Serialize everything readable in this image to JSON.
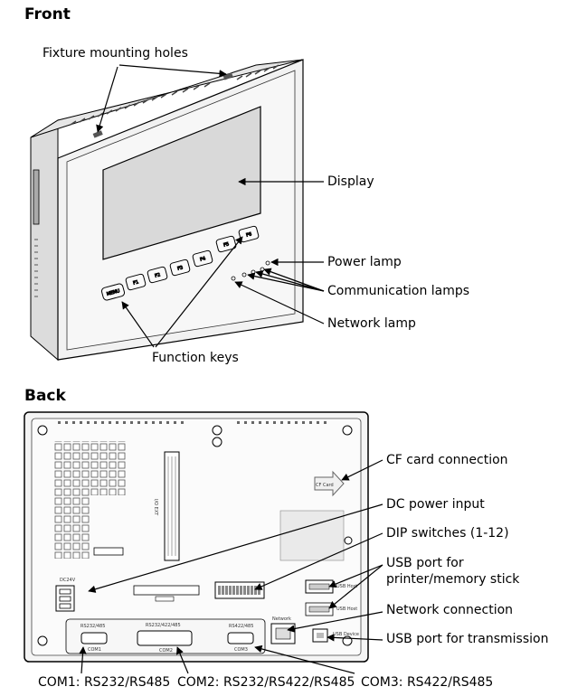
{
  "headings": {
    "front": "Front",
    "back": "Back"
  },
  "front_labels": {
    "fixture_holes": "Fixture mounting holes",
    "display": "Display",
    "power_lamp": "Power lamp",
    "comm_lamps": "Communication lamps",
    "network_lamp": "Network lamp",
    "function_keys": "Function keys"
  },
  "back_labels": {
    "cf_card": "CF card connection",
    "dc_power": "DC power input",
    "dip_switches": "DIP switches (1-12)",
    "usb_printer": "USB port for printer/memory stick",
    "network_conn": "Network connection",
    "usb_transmission": "USB port for transmission",
    "com1": "COM1: RS232/RS485",
    "com2": "COM2: RS232/RS422/RS485",
    "com3": "COM3: RS422/RS485"
  },
  "panel_markings": {
    "keys": [
      "MENU",
      "F1",
      "F2",
      "F3",
      "F4",
      "F5",
      "F6"
    ],
    "cf_label": "CF Card",
    "power_label": "DC24V",
    "network_label": "Network",
    "usb_host": "USB Host",
    "usb_device": "USB Device",
    "com1_port": "COM1",
    "com2_port": "COM2",
    "com3_port": "COM3",
    "com1_head": "RS232/485",
    "com2_head": "RS232/422/485",
    "com3_head": "RS422/485"
  }
}
